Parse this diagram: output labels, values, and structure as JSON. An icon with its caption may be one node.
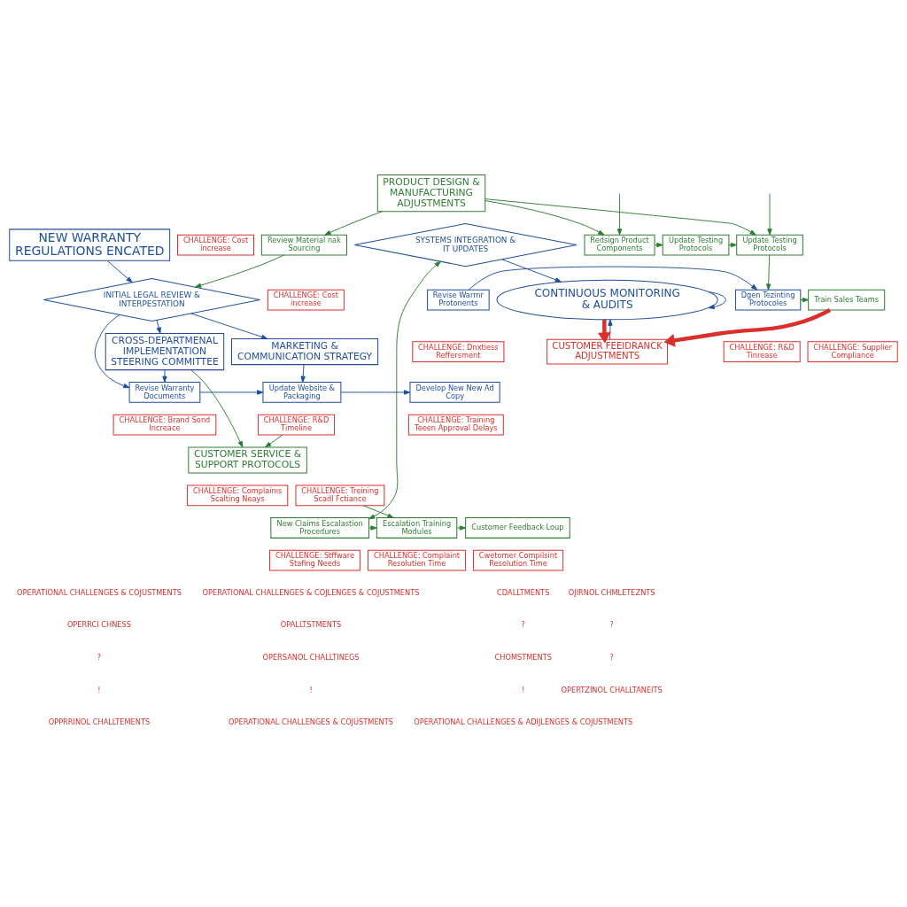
{
  "diagram": {
    "nodes": [
      {
        "text": [
          "NEW WARRANTY REGULATIONS ENCATED"
        ]
      },
      {
        "text": [
          "PRODUCT DESIGN & MANUFACTURING ADJUSTMENTS"
        ]
      },
      {
        "text": [
          "Review Material nak Sourcing"
        ]
      },
      {
        "text": [
          "INITIAL LEGAL REVIEW & INTERPESTATION"
        ]
      },
      {
        "text": [
          "MARKETING & COMMUNICATION STRATEGY"
        ]
      },
      {
        "text": [
          "CHALLENGE: Cost increase"
        ]
      },
      {
        "text": [
          "CHALLENGE: Cost increase"
        ]
      },
      {
        "text": [
          "Redsign Product Components"
        ]
      },
      {
        "text": [
          "Update Testing Protocols"
        ]
      },
      {
        "text": [
          "Update Testing Protocols"
        ]
      },
      {
        "text": [
          "Revise Warranty Documents"
        ]
      },
      {
        "text": [
          "Update Website & Packaging"
        ]
      },
      {
        "text": [
          "Develop New New Ad Copy"
        ]
      },
      {
        "text": [
          "CHALLENGE: Brand Sond Increace"
        ]
      },
      {
        "text": [
          "CHALLENGE: R&D Timeline"
        ]
      },
      {
        "text": [
          "CHALLENGE: Training Teeen Approval Delays"
        ]
      },
      {
        "text": [
          "CROSS-DEPARTMENAL IMPLEMENTATION STEERING COMMITTEE"
        ]
      },
      {
        "text": [
          "CUSTOMER SERVICE & SUPPORT PROTOCOLS"
        ]
      },
      {
        "text": [
          "CHALLENGE: Treining Scadl Fctiance"
        ]
      },
      {
        "text": [
          "CHALLENGE: Complainıs Scalting Neays"
        ]
      },
      {
        "text": [
          "Revise Warrnr Protonents"
        ]
      },
      {
        "text": [
          "Dgen Tezinting Protocoles"
        ]
      },
      {
        "text": [
          "Train Sales Teams"
        ]
      },
      {
        "text": [
          "CHALLENGE: Dnxtiess Reffersment"
        ]
      },
      {
        "text": [
          "CHALLENGE: R&D Tinrease"
        ]
      },
      {
        "text": [
          "CHALLENGE: Supplier Compliance"
        ]
      },
      {
        "text": [
          "SYSTEMS INTEGRATION & IT UPDATES"
        ]
      },
      {
        "text": [
          "New Claims Escalastion Procedures"
        ]
      },
      {
        "text": [
          "Escalation Training Modules"
        ]
      },
      {
        "text": [
          "Customer Feedback Loup"
        ]
      },
      {
        "text": [
          "CHALLENGE: Stffware Stafing Needs"
        ]
      },
      {
        "text": [
          "CHALLENGE: Complaint Resolutien Time"
        ]
      },
      {
        "text": [
          "Cwetomer Compilsint Resolution Time"
        ]
      },
      {
        "text": [
          "CUSTOMER FEEIDRANCK ADJUSTMENTS"
        ]
      },
      {
        "text": [
          "CONTINUOUS MONITORING & AUDITS"
        ]
      }
    ],
    "edges": [
      {
        "from": 0,
        "to": 3,
        "arrow": "to",
        "color": "#1f4e9c"
      },
      {
        "from": 1,
        "to": 2,
        "arrow": "to"
      },
      {
        "from": 2,
        "to": 3,
        "arrow": "to"
      },
      {
        "from": 3,
        "to": 4,
        "arrow": "to",
        "color": "#1f4e9c"
      },
      {
        "from": 1,
        "to": 7,
        "arrow": "to"
      },
      {
        "from": 1,
        "to": 9,
        "arrow": "to"
      },
      {
        "from": 7,
        "to": 8,
        "arrow": "to"
      },
      {
        "from": 8,
        "to": 9,
        "arrow": "to"
      },
      {
        "from": null,
        "to": 7,
        "arrow": "to"
      },
      {
        "from": null,
        "to": 9,
        "arrow": "to"
      },
      {
        "from": 9,
        "to": 21,
        "arrow": "to"
      },
      {
        "from": 3,
        "to": 10,
        "arrow": "to",
        "color": "#1f4e9c"
      },
      {
        "from": 3,
        "to": 16,
        "arrow": "to",
        "color": "#1f4e9c"
      },
      {
        "from": 16,
        "to": 10,
        "arrow": "to",
        "color": "#1f4e9c"
      },
      {
        "from": 4,
        "to": 11,
        "arrow": "to",
        "color": "#1f4e9c"
      },
      {
        "from": 10,
        "to": 11,
        "arrow": "to",
        "color": "#1f4e9c"
      },
      {
        "from": 11,
        "to": 12,
        "arrow": "to",
        "color": "#1f4e9c"
      },
      {
        "from": 14,
        "to": 17,
        "arrow": "to"
      },
      {
        "from": 16,
        "to": 17,
        "arrow": "to"
      },
      {
        "from": 18,
        "to": 28,
        "arrow": "to"
      },
      {
        "from": 20,
        "to": 21,
        "arrow": "to",
        "color": "#1f4e9c"
      },
      {
        "from": 21,
        "to": 22,
        "arrow": "to"
      },
      {
        "from": 22,
        "to": 33,
        "arrow": "to",
        "style": "thick",
        "color": "#d9302c"
      },
      {
        "from": 34,
        "to": 33,
        "arrow": "to",
        "style": "thick",
        "color": "#d9302c"
      },
      {
        "from": 26,
        "to": 34,
        "arrow": "to",
        "color": "#1f4e9c"
      },
      {
        "from": 26,
        "to": 27,
        "arrow": "both"
      },
      {
        "from": 27,
        "to": 28,
        "arrow": "to"
      },
      {
        "from": 28,
        "to": 29,
        "arrow": "to"
      },
      {
        "from": 33,
        "to": 34,
        "arrow": "to",
        "color": "#1f4e9c"
      },
      {
        "from": 34,
        "to": 34,
        "arrow": "to",
        "color": "#1f4e9c"
      }
    ],
    "labels": [
      "OPERATIONAL CHALLENGES & COJUSTMENTS",
      "OPERATIONAL CHALLENGES & COJLENGES & COJUSTMENTS",
      "CDALLTMENTS",
      "OJIRNOL CHMLETEZNTS",
      "OPERRCI CHNESS",
      "OPALLTSTMENTS",
      "?",
      "?",
      "?",
      "OPERSANOL CHALLTINEGS",
      "CHOMSTMENTS",
      "?",
      "!",
      "!",
      "!",
      "OPERTZINOL CHALLTANEITS",
      "OPPRRINOL CHALLTEMENTS",
      "OPERATIONAL CHALLENGES & COJUSTMENTS",
      "OPERATIONAL CHALLENGES & ADIJLENGES & COJUSTMENTS"
    ]
  }
}
